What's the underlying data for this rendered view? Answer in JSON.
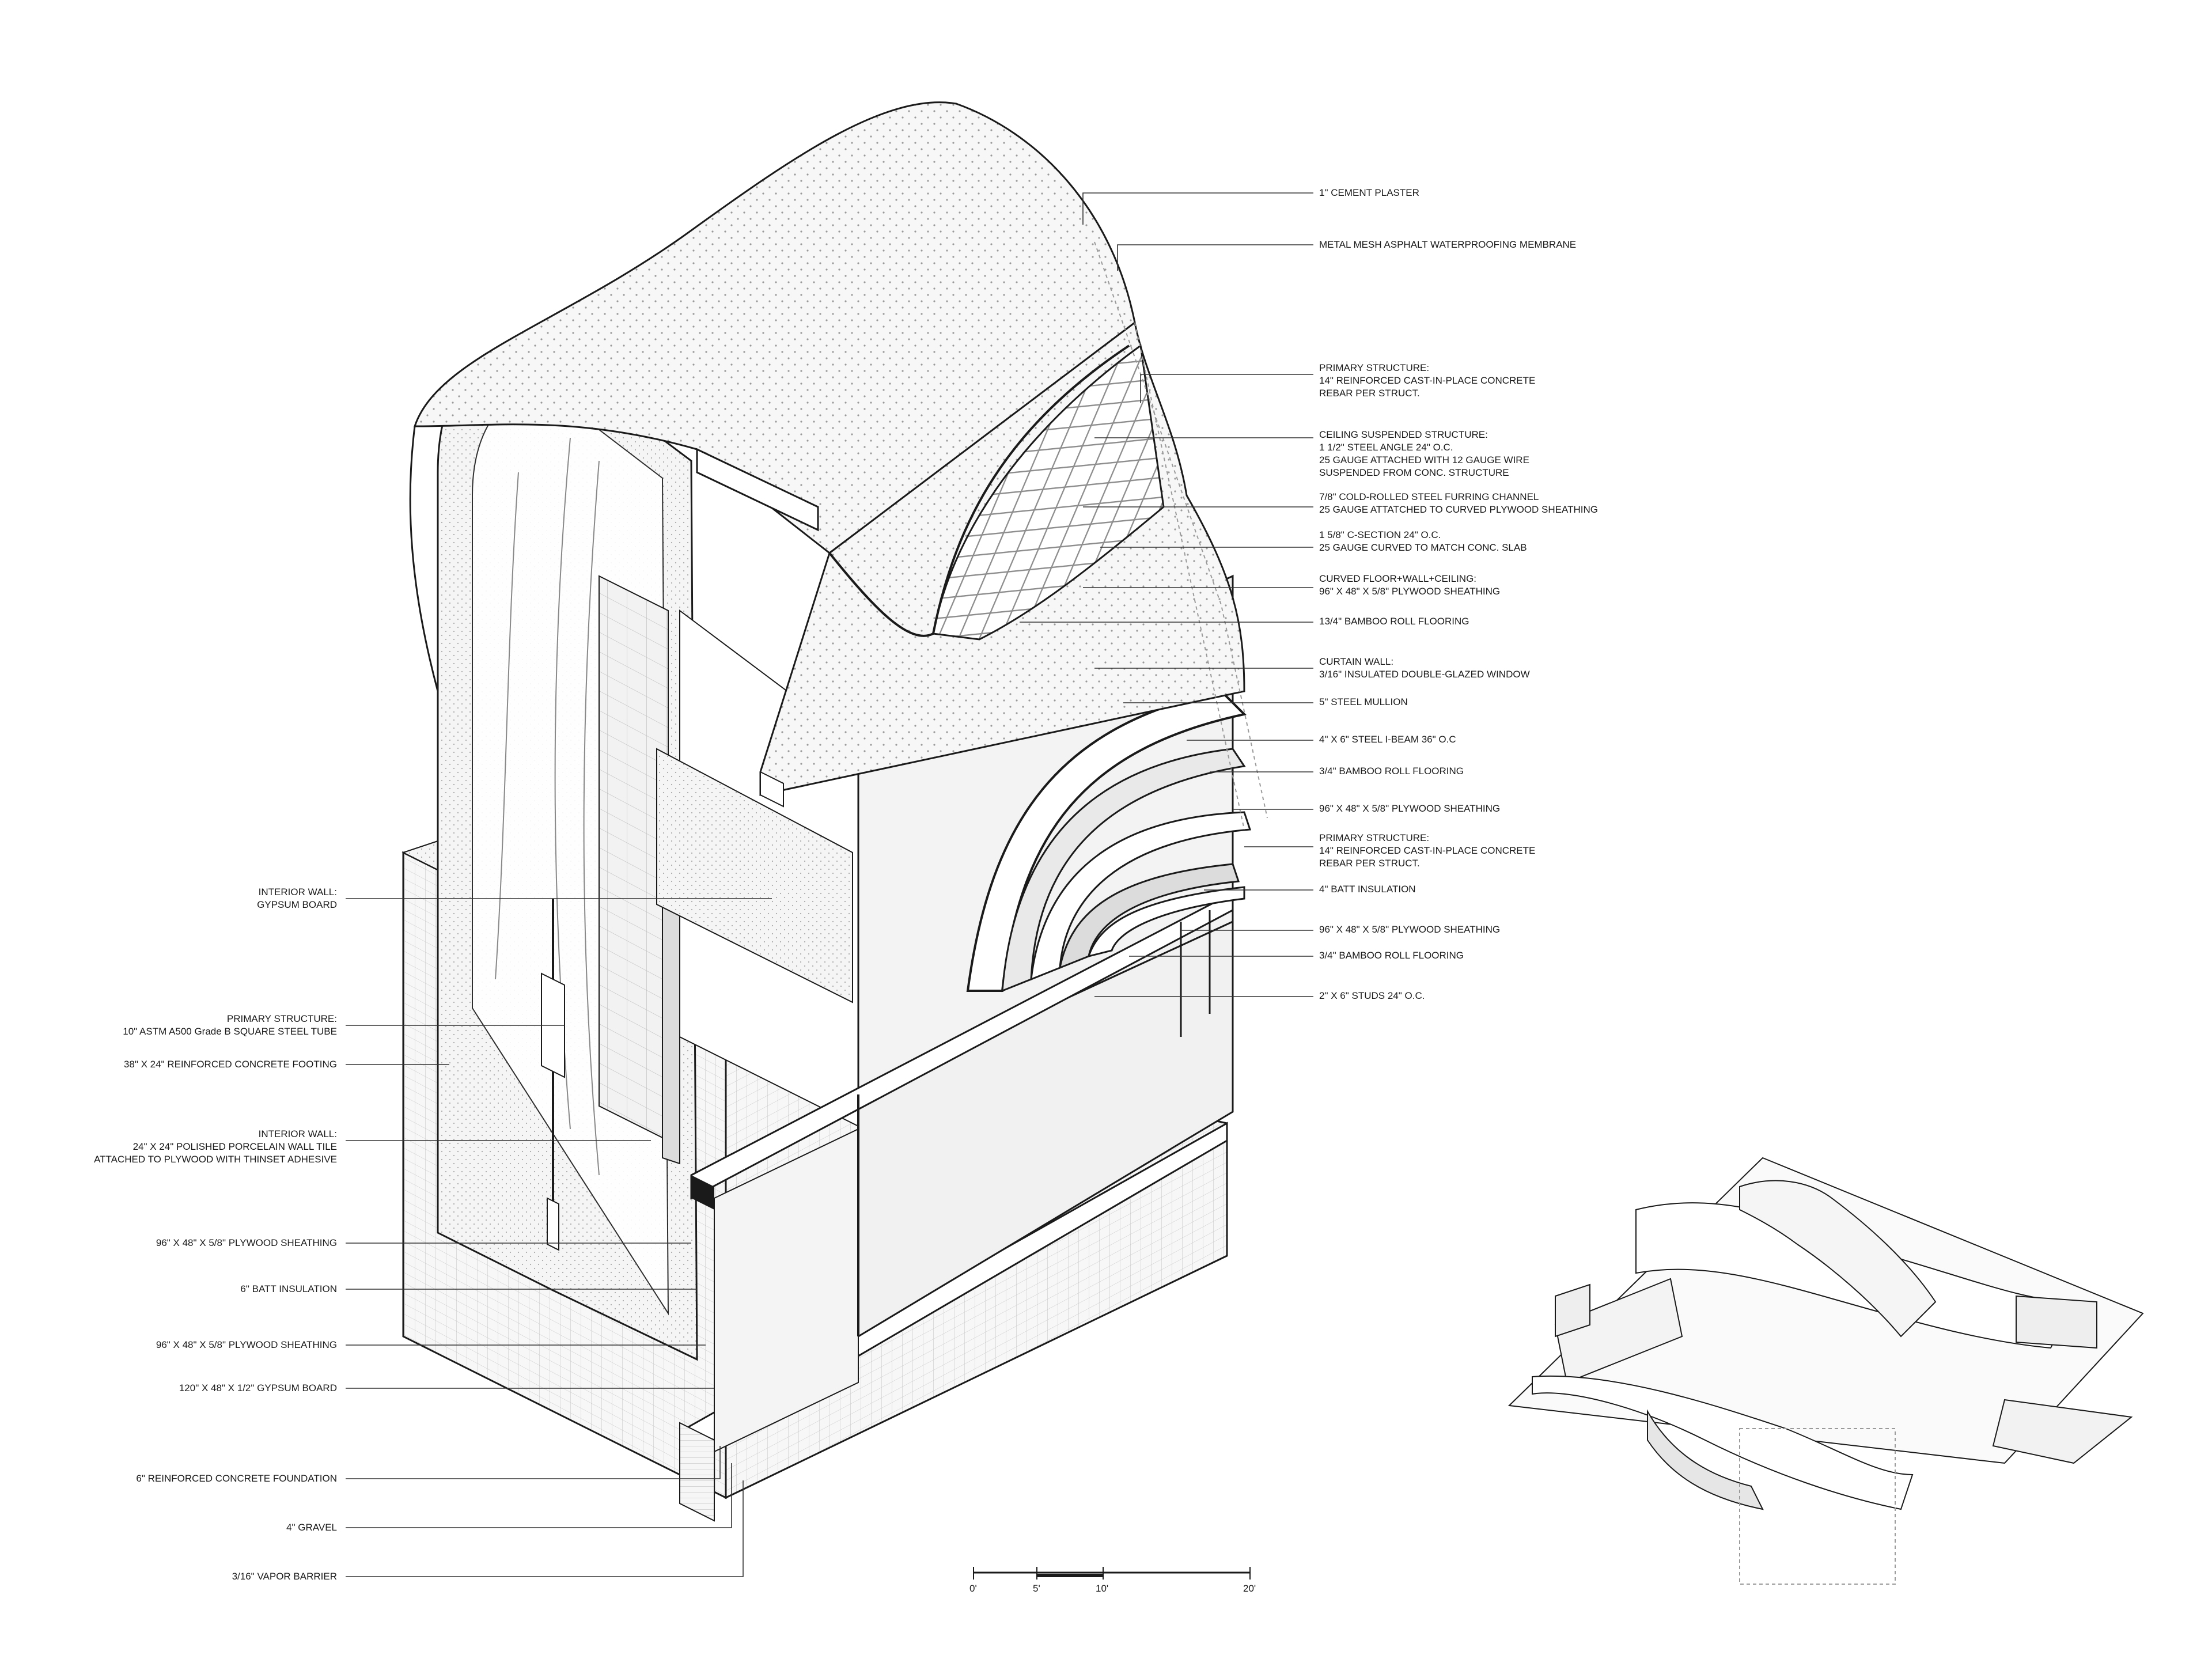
{
  "right_labels": [
    {
      "lines": [
        "1\" CEMENT PLASTER"
      ]
    },
    {
      "lines": [
        "METAL MESH ASPHALT WATERPROOFING MEMBRANE"
      ]
    },
    {
      "lines": [
        "PRIMARY STRUCTURE:",
        "14\" REINFORCED CAST-IN-PLACE CONCRETE",
        "REBAR PER STRUCT."
      ]
    },
    {
      "lines": [
        "CEILING SUSPENDED STRUCTURE:",
        "1 1/2\" STEEL ANGLE 24\" O.C.",
        "25 GAUGE ATTACHED WITH 12 GAUGE WIRE",
        "SUSPENDED FROM CONC. STRUCTURE"
      ]
    },
    {
      "lines": [
        "7/8\" COLD-ROLLED STEEL FURRING CHANNEL",
        "25 GAUGE ATTATCHED TO CURVED PLYWOOD SHEATHING"
      ]
    },
    {
      "lines": [
        "1 5/8\" C-SECTION 24\" O.C.",
        "25 GAUGE CURVED TO MATCH CONC. SLAB"
      ]
    },
    {
      "lines": [
        "CURVED FLOOR+WALL+CEILING:",
        "96\" X 48\" X 5/8\" PLYWOOD SHEATHING"
      ]
    },
    {
      "lines": [
        "13/4\" BAMBOO ROLL FLOORING"
      ]
    },
    {
      "lines": [
        "CURTAIN WALL:",
        "3/16\" INSULATED DOUBLE-GLAZED WINDOW"
      ]
    },
    {
      "lines": [
        "5\" STEEL MULLION"
      ]
    },
    {
      "lines": [
        "4\" X 6\" STEEL I-BEAM 36\" O.C"
      ]
    },
    {
      "lines": [
        "3/4\" BAMBOO ROLL FLOORING"
      ]
    },
    {
      "lines": [
        "96\" X 48\" X 5/8\" PLYWOOD SHEATHING"
      ]
    },
    {
      "lines": [
        "PRIMARY STRUCTURE:",
        "14\" REINFORCED CAST-IN-PLACE CONCRETE",
        "REBAR PER STRUCT."
      ]
    },
    {
      "lines": [
        "4\" BATT INSULATION"
      ]
    },
    {
      "lines": [
        "96\" X 48\" X 5/8\" PLYWOOD SHEATHING"
      ]
    },
    {
      "lines": [
        "3/4\" BAMBOO ROLL FLOORING"
      ]
    },
    {
      "lines": [
        "2\" X 6\" STUDS 24\" O.C."
      ]
    }
  ],
  "left_labels": [
    {
      "lines": [
        "INTERIOR WALL:",
        "GYPSUM BOARD"
      ]
    },
    {
      "lines": [
        "PRIMARY STRUCTURE:",
        "10\" ASTM A500 Grade B SQUARE STEEL TUBE"
      ]
    },
    {
      "lines": [
        "38\" X 24\" REINFORCED CONCRETE FOOTING"
      ]
    },
    {
      "lines": [
        "INTERIOR WALL:",
        "24\" X 24\" POLISHED PORCELAIN WALL TILE",
        "ATTACHED TO PLYWOOD WITH THINSET ADHESIVE"
      ]
    },
    {
      "lines": [
        "96\" X 48\" X 5/8\" PLYWOOD SHEATHING"
      ]
    },
    {
      "lines": [
        "6\" BATT INSULATION"
      ]
    },
    {
      "lines": [
        "96\" X 48\" X 5/8\" PLYWOOD SHEATHING"
      ]
    },
    {
      "lines": [
        "120\" X 48\" X 1/2\" GYPSUM BOARD"
      ]
    },
    {
      "lines": [
        "6\" REINFORCED CONCRETE FOUNDATION"
      ]
    },
    {
      "lines": [
        "4\" GRAVEL"
      ]
    },
    {
      "lines": [
        "3/16\" VAPOR BARRIER"
      ]
    }
  ],
  "scale_bar": {
    "ticks": [
      "0'",
      "5'",
      "10'",
      "20'"
    ]
  },
  "colors": {
    "ink": "#1a1a1a",
    "fill_light": "#f4f4f4",
    "fill_dot": "#bdbdbd",
    "glass": "#eeeeee"
  }
}
